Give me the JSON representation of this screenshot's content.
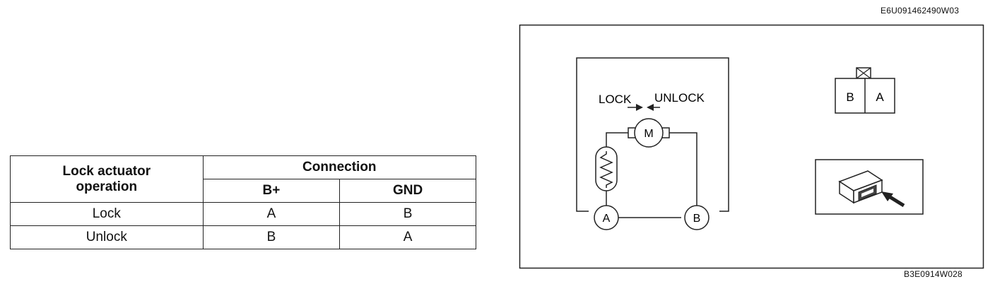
{
  "codes": {
    "top": "E6U091462490W03",
    "bottom": "B3E0914W028"
  },
  "table": {
    "header_operation_line1": "Lock actuator",
    "header_operation_line2": "operation",
    "header_connection": "Connection",
    "col_bplus": "B+",
    "col_gnd": "GND",
    "rows": [
      {
        "operation": "Lock",
        "bplus": "A",
        "gnd": "B"
      },
      {
        "operation": "Unlock",
        "bplus": "B",
        "gnd": "A"
      }
    ]
  },
  "diagram": {
    "lock_label": "LOCK",
    "unlock_label": "UNLOCK",
    "motor_label": "M",
    "terminal_a": "A",
    "terminal_b": "B",
    "connector_b": "B",
    "connector_a": "A"
  }
}
